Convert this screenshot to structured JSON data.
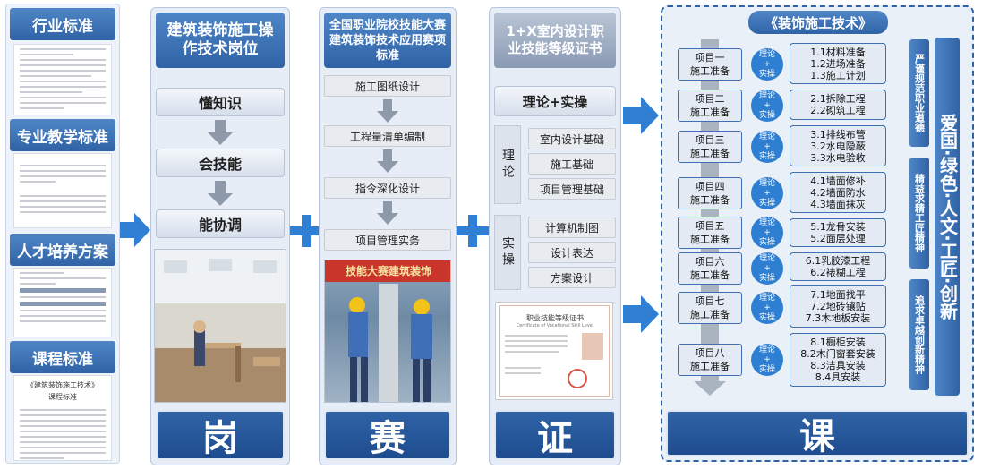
{
  "col1": {
    "industry": "行业标准",
    "teaching": "专业教学标准",
    "talent": "人才培养方案",
    "course": "课程标准",
    "doc_title": "《建筑装饰施工技术》",
    "doc_subtitle": "课程标准"
  },
  "col2": {
    "header": "建筑装饰施工操作技术岗位",
    "steps": [
      "懂知识",
      "会技能",
      "能协调"
    ],
    "tag": "岗"
  },
  "col3": {
    "header": "全国职业院校技能大赛建筑装饰技术应用赛项标准",
    "steps": [
      "施工图纸设计",
      "工程量清单编制",
      "指令深化设计",
      "项目管理实务"
    ],
    "photo_text": "技能大赛建筑装饰",
    "tag": "赛"
  },
  "col4": {
    "header": "1+X室内设计职业技能等级证书",
    "theory_practice": "理论+实操",
    "theory_label": "理论",
    "theory_items": [
      "室内设计基础",
      "施工基础",
      "项目管理基础"
    ],
    "practice_label": "实操",
    "practice_items": [
      "计算机制图",
      "设计表达",
      "方案设计"
    ],
    "cert_title": "职业技能等级证书",
    "cert_subtitle": "Certificate of Vocational Skill Level",
    "tag": "证"
  },
  "col5": {
    "title": "《装饰施工技术》",
    "projects": [
      {
        "name": "项目一",
        "sub": "施工准备",
        "tasks": [
          "1.1材料准备",
          "1.2进场准备",
          "1.3施工计划"
        ]
      },
      {
        "name": "项目二",
        "sub": "施工准备",
        "tasks": [
          "2.1拆除工程",
          "2.2砌筑工程"
        ]
      },
      {
        "name": "项目三",
        "sub": "施工准备",
        "tasks": [
          "3.1排线布管",
          "3.2水电隐蔽",
          "3.3水电验收"
        ]
      },
      {
        "name": "项目四",
        "sub": "施工准备",
        "tasks": [
          "4.1墙面修补",
          "4.2墙面防水",
          "4.3墙面抹灰"
        ]
      },
      {
        "name": "项目五",
        "sub": "施工准备",
        "tasks": [
          "5.1龙骨安装",
          "5.2面层处理"
        ]
      },
      {
        "name": "项目六",
        "sub": "施工准备",
        "tasks": [
          "6.1乳胶漆工程",
          "6.2裱糊工程"
        ]
      },
      {
        "name": "项目七",
        "sub": "施工准备",
        "tasks": [
          "7.1地面找平",
          "7.2地砖镶贴",
          "7.3木地板安装"
        ]
      },
      {
        "name": "项目八",
        "sub": "施工准备",
        "tasks": [
          "8.1橱柜安装",
          "8.2木门窗套安装",
          "8.3洁具安装",
          "8.4具安装"
        ]
      }
    ],
    "circle_top": "理论",
    "circle_plus": "+",
    "circle_bottom": "实操",
    "virtues": [
      "严谨规范职业道德",
      "精益求精工匠精神",
      "追求卓越创新精神"
    ],
    "slogan": "爱国·绿色·人文·工匠·创新",
    "tag": "课"
  },
  "colors": {
    "header_blue": "#2f63a6",
    "accent_arrow": "#2f7fd5",
    "circle_blue": "#2e7fd1"
  }
}
